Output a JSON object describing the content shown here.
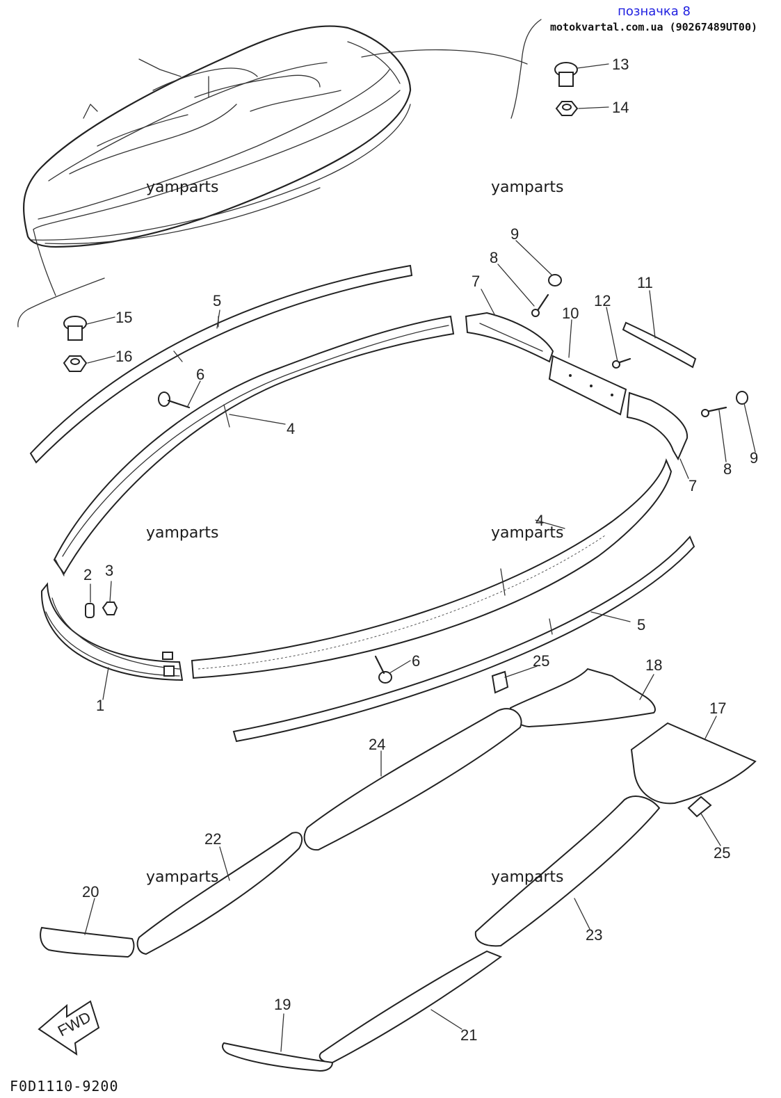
{
  "header": {
    "badge": "позначка 8",
    "site": "motokvartal.com.ua (90267489UT00)"
  },
  "watermark": "yamparts",
  "fwd_label": "FWD",
  "diagram_code": "F0D1110-9200",
  "callouts": [
    "1",
    "2",
    "3",
    "4",
    "4",
    "5",
    "5",
    "6",
    "6",
    "7",
    "7",
    "8",
    "8",
    "9",
    "9",
    "10",
    "11",
    "12",
    "13",
    "14",
    "15",
    "16",
    "17",
    "18",
    "19",
    "20",
    "21",
    "22",
    "23",
    "24",
    "25",
    "25"
  ]
}
